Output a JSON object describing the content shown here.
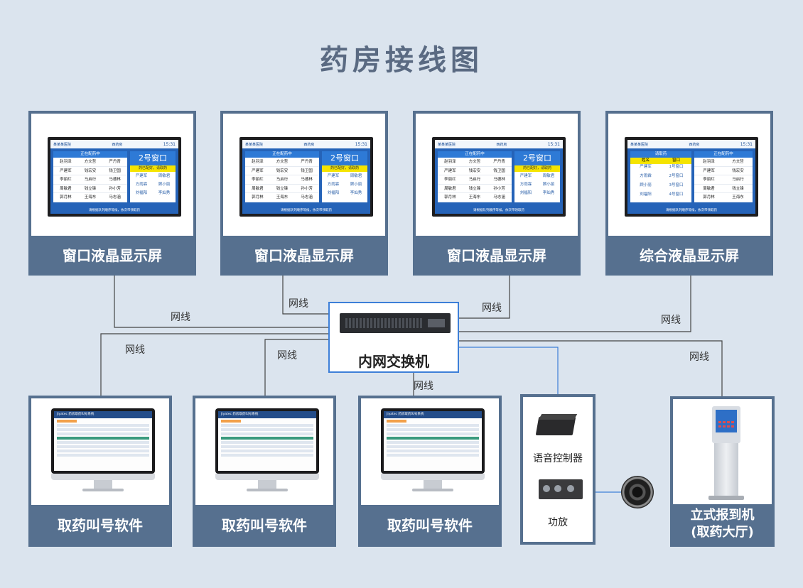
{
  "title": "药房接线图",
  "wire_label": "网线",
  "switch_label": "内网交换机",
  "window_lcd": {
    "caption": "窗口液晶显示屏",
    "hospital": "某某某医院",
    "area": "西药房",
    "time": "15:31",
    "list_header": "正在配药中",
    "rows": [
      [
        "赵羽泽",
        "方文哲",
        "严丹青"
      ],
      [
        "严建军",
        "钱宏安",
        "钱卫国"
      ],
      [
        "李丽红",
        "马启行",
        "马德林"
      ],
      [
        "周敏君",
        "钱立锋",
        "孙小芳"
      ],
      [
        "郭月林",
        "王海东",
        "马志涵"
      ]
    ],
    "window_no": "2号窗口",
    "notice": "药已配好，请取药",
    "called": [
      [
        "严建军",
        "周敏君"
      ],
      [
        "方雨霖",
        "顾小丽"
      ],
      [
        "刘福阳",
        "李灿秀"
      ]
    ],
    "footer": "请根据队列顺序等候，依次带领取药"
  },
  "combined_lcd": {
    "caption": "综合液晶显示屏",
    "hospital": "某某某医院",
    "area": "西药房",
    "time": "15:31",
    "call_header": "请取药",
    "col_name": "姓名",
    "col_window": "窗口",
    "call_rows": [
      [
        "严建军",
        "1号窗口"
      ],
      [
        "方雨霖",
        "2号窗口"
      ],
      [
        "顾小丽",
        "3号窗口"
      ],
      [
        "刘福阳",
        "4号窗口"
      ]
    ],
    "list_header": "正在配药中",
    "list_rows": [
      [
        "赵羽泽",
        "方文哲"
      ],
      [
        "严建军",
        "钱宏安"
      ],
      [
        "李丽红",
        "马启行"
      ],
      [
        "周敏君",
        "钱立锋"
      ],
      [
        "郭月林",
        "王海东"
      ]
    ],
    "footer": "请根据队列顺序等候，依次带领取药"
  },
  "software": {
    "caption": "取药叫号软件",
    "app_title": "Jiyatec 药房取药叫号系统"
  },
  "voice_controller": "语音控制器",
  "amplifier": "功放",
  "kiosk_caption_line1": "立式报到机",
  "kiosk_caption_line2": "(取药大厅)",
  "colors": {
    "card": "#56708f",
    "background": "#dbe4ee",
    "switch_border": "#3d7fd8",
    "audio_line": "#3d7fd8"
  }
}
